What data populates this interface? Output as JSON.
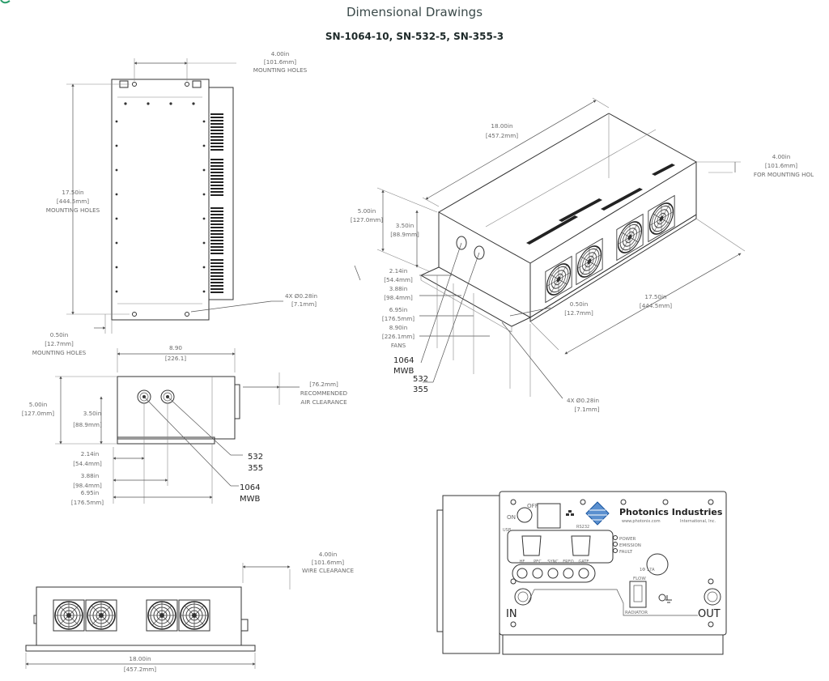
{
  "header": {
    "title": "Dimensional Drawings",
    "subtitle": "SN-1064-10, SN-532-5, SN-355-3"
  },
  "top_view": {
    "mount_width_in": "4.00in",
    "mount_width_mm": "[101.6mm]",
    "mount_width_note": "MOUNTING HOLES",
    "length_in": "17.50in",
    "length_mm": "[444.5mm]",
    "length_note": "MOUNTING HOLES",
    "hole_label": "4X  Ø0.28in",
    "hole_mm": "[7.1mm]",
    "offset_in": "0.50in",
    "offset_mm": "[12.7mm]",
    "offset_note": "MOUNTING HOLES"
  },
  "side_view": {
    "width_in": "8.90",
    "width_mm": "[226.1]",
    "clearance_mm": "[76.2mm]",
    "clearance_note1": "RECOMMENDED",
    "clearance_note2": "AIR CLEARANCE",
    "h_in": "5.00in",
    "h_mm": "[127.0mm]",
    "h2_in": "3.50in",
    "h2_mm": "[88.9mm]",
    "d1_in": "2.14in",
    "d1_mm": "[54.4mm]",
    "d2_in": "3.88in",
    "d2_mm": "[98.4mm]",
    "d3_in": "6.95in",
    "d3_mm": "[176.5mm]",
    "port_a1": "532",
    "port_a2": "355",
    "port_b1": "1064",
    "port_b2": "MWB"
  },
  "front_view": {
    "wire_in": "4.00in",
    "wire_mm": "[101.6mm]",
    "wire_note": "WIRE CLEARANCE",
    "len_in": "18.00in",
    "len_mm": "[457.2mm]"
  },
  "iso_view": {
    "len_in": "18.00in",
    "len_mm": "[457.2mm]",
    "mount_in": "4.00in",
    "mount_mm": "[101.6mm]",
    "mount_note": "FOR MOUNTING HOL",
    "h_in": "5.00in",
    "h_mm": "[127.0mm]",
    "h2_in": "3.50in",
    "h2_mm": "[88.9mm]",
    "d1_in": "2.14in",
    "d1_mm": "[54.4mm]",
    "d2_in": "3.88in",
    "d2_mm": "[98.4mm]",
    "d3_in": "6.95in",
    "d3_mm": "[176.5mm]",
    "d4_in": "8.90in",
    "d4_mm": "[226.1mm]",
    "d4_note": "FANS",
    "off_in": "0.50in",
    "off_mm": "[12.7mm]",
    "depth_in": "17.50in",
    "depth_mm": "[444.5mm]",
    "hole_label": "4X  Ø0.28in",
    "hole_mm": "[7.1mm]",
    "port_1064": "1064",
    "port_mwb": "MWB",
    "port_532": "532",
    "port_355": "355"
  },
  "panel": {
    "off": "OFF",
    "on": "ON",
    "brand": "Photonics Industries",
    "url": "www.photonix.com",
    "intl": "International, Inc.",
    "usb": "USB",
    "rs232": "RS232",
    "power": "POWER",
    "emission": "EMISSION",
    "fault": "FAULT",
    "ports": [
      "HF",
      "PEC",
      "SYNC",
      "FREQ",
      "GATE"
    ],
    "fuse": "1Φ 17A",
    "flow": "FLOW",
    "radiator": "RADIATOR",
    "in": "IN",
    "out": "OUT"
  },
  "colors": {
    "accent": "#2a9d6a",
    "line": "#555555",
    "text": "#222222",
    "brand_blue": "#1a56a0"
  }
}
